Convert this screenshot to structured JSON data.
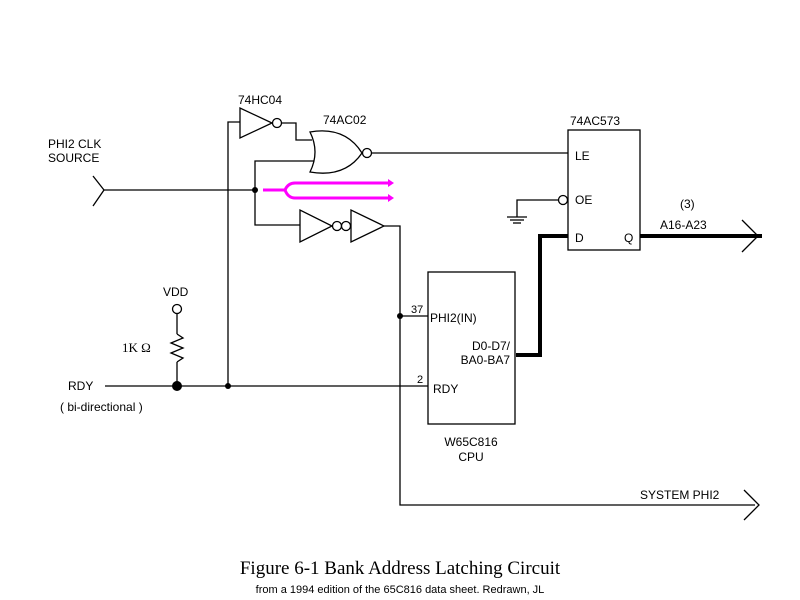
{
  "diagram": {
    "input_signal": {
      "line1": "PHI2  CLK",
      "line2": "SOURCE"
    },
    "gates": {
      "inverter": {
        "part": "74HC04"
      },
      "nor": {
        "part": "74AC02"
      }
    },
    "latch": {
      "part": "74AC573",
      "pins": {
        "le": "LE",
        "oe": "OE",
        "d": "D",
        "q": "Q"
      }
    },
    "output_bus": {
      "count": "(3)",
      "label": "A16-A23"
    },
    "cpu": {
      "part_line1": "W65C816",
      "part_line2": "CPU",
      "pins": {
        "phi2": {
          "number": "37",
          "name": "PHI2(IN)"
        },
        "data_line1": "D0-D7/",
        "data_line2": "BA0-BA7",
        "rdy": {
          "number": "2",
          "name": "RDY"
        }
      }
    },
    "pullup": {
      "supply": "VDD",
      "resistor": "1K  Ω"
    },
    "rdy_signal": {
      "label": "RDY",
      "note": "( bi-directional )"
    },
    "system_output": {
      "label": "SYSTEM  PHI2"
    },
    "highlight_color": "#ff00ff"
  },
  "caption": {
    "title": "Figure 6-1  Bank Address Latching Circuit",
    "subtitle": "from a 1994 edition of the 65C816 data sheet. Redrawn, JL"
  }
}
